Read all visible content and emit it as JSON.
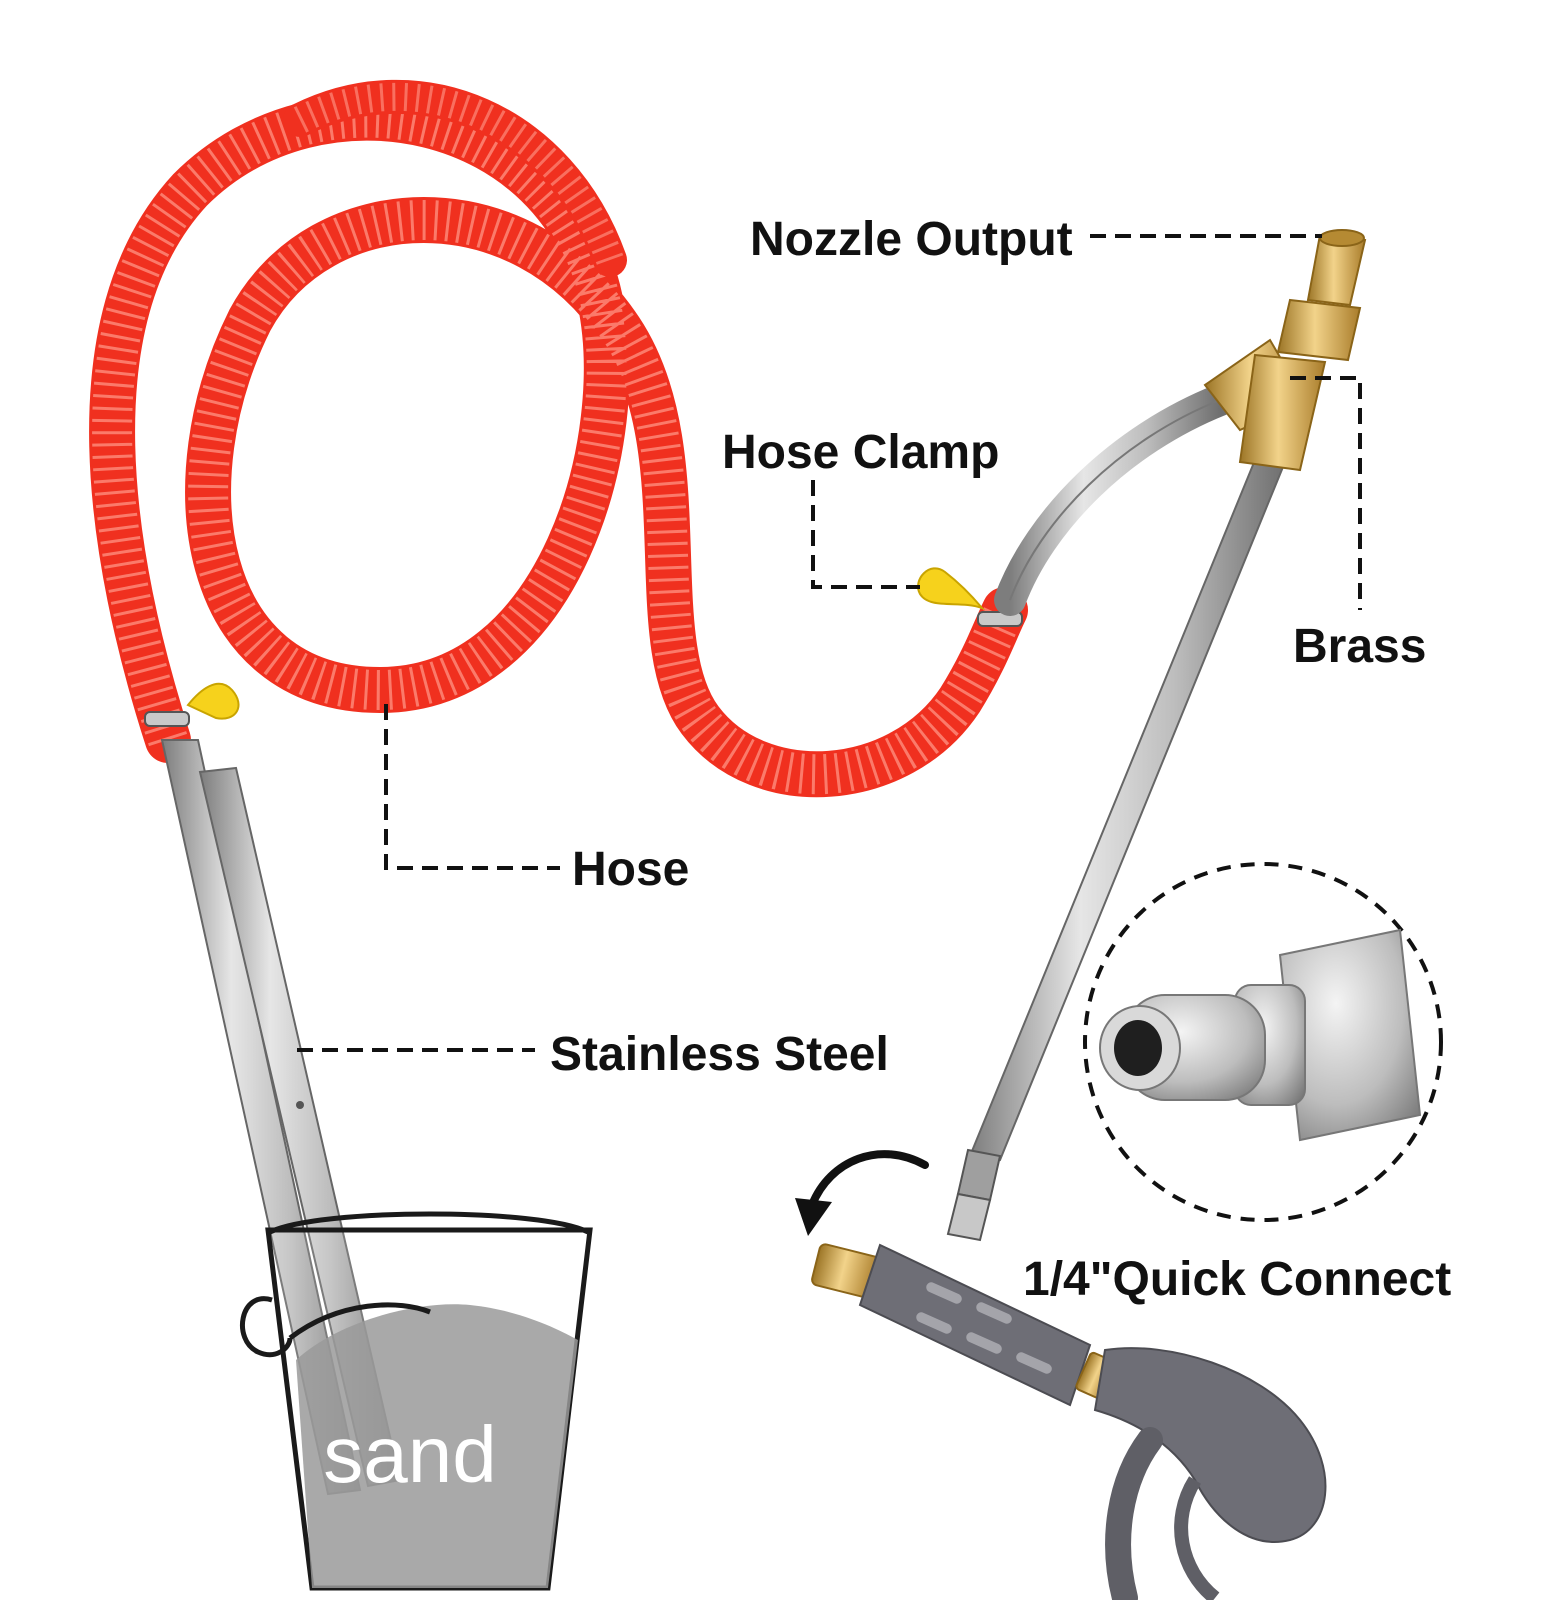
{
  "labels": {
    "nozzle_output": "Nozzle Output",
    "hose_clamp": "Hose Clamp",
    "brass": "Brass",
    "hose": "Hose",
    "stainless_steel": "Stainless Steel",
    "quick_connect": "1/4\"Quick Connect",
    "sand": "sand"
  },
  "colors": {
    "hose": "#f0301f",
    "hose_stripe": "#ff9a8a",
    "clamp_wing": "#f6d21c",
    "brass": "#d7ac55",
    "steel": "#b9b9b9",
    "sand": "#9a9a9a",
    "gun": "#6e6e76",
    "ink": "#111111"
  }
}
